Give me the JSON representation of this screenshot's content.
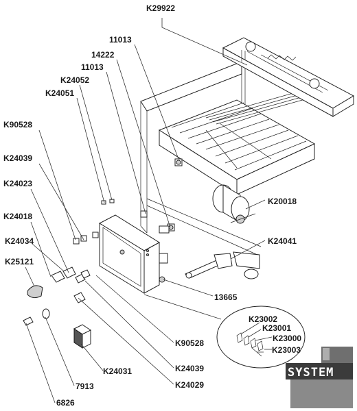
{
  "labels": {
    "k29922": "K29922",
    "n11013_top": "11013",
    "n14222": "14222",
    "n11013_mid": "11013",
    "k24052": "K24052",
    "k24051": "K24051",
    "k90528_left": "K90528",
    "k24039_left": "K24039",
    "k24023": "K24023",
    "k24018": "K24018",
    "k24034": "K24034",
    "k25121": "K25121",
    "k20018": "K20018",
    "k24041": "K24041",
    "n13665": "13665",
    "k23002": "K23002",
    "k23001": "K23001",
    "k23000": "K23000",
    "k23003": "K23003",
    "k90528_bottom": "K90528",
    "k24031": "K24031",
    "k24039_bottom": "K24039",
    "k24029": "K24029",
    "n7913": "7913",
    "n6826": "6826"
  },
  "logo": {
    "text": "SYSTEM"
  }
}
